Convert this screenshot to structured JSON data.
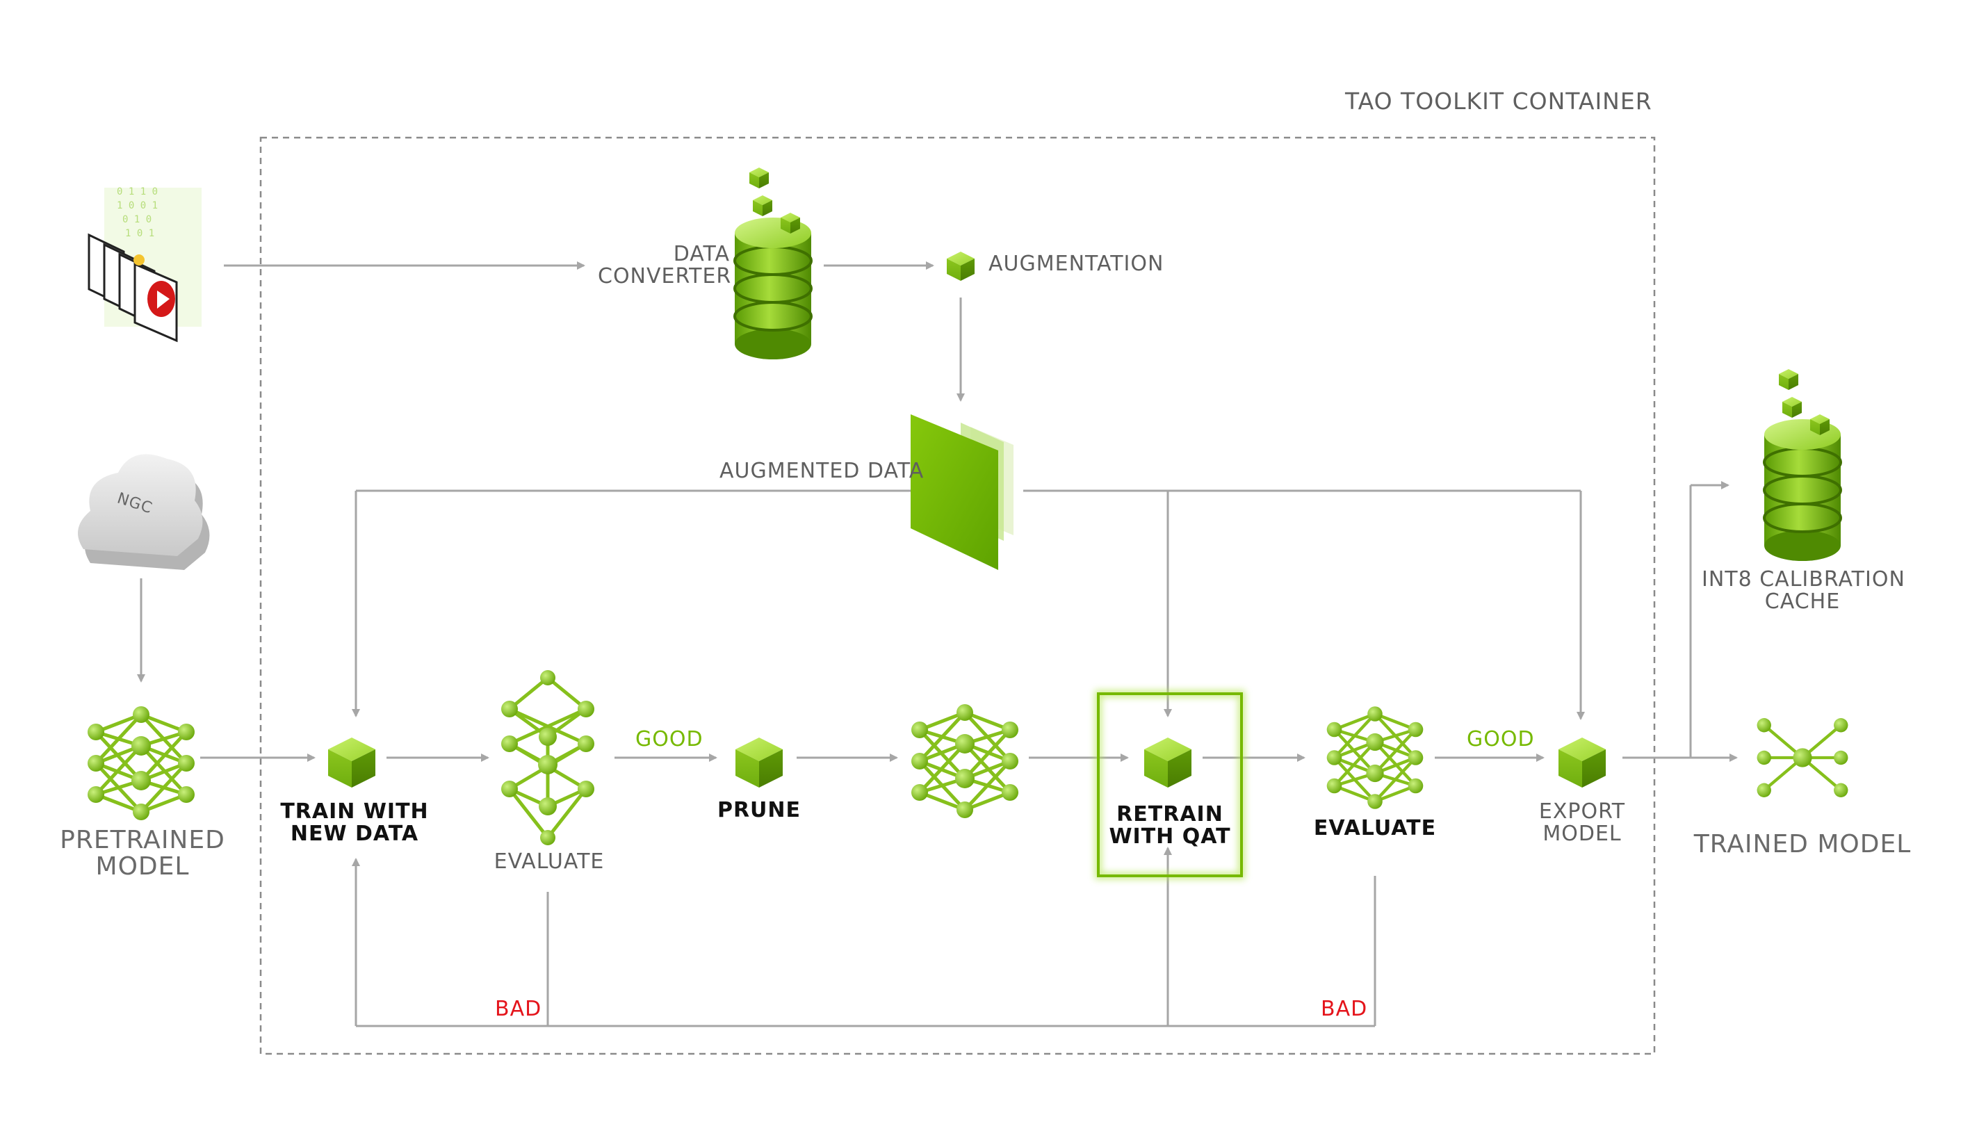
{
  "container_title": "TAO TOOLKIT CONTAINER",
  "labels": {
    "data_converter": [
      "DATA",
      "CONVERTER"
    ],
    "augmentation": "AUGMENTATION",
    "augmented_data": "AUGMENTED DATA",
    "ngc": "NGC",
    "pretrained_model": [
      "PRETRAINED",
      "MODEL"
    ],
    "train_with_new_data": [
      "TRAIN WITH",
      "NEW DATA"
    ],
    "evaluate_1": "EVALUATE",
    "good_1": "GOOD",
    "prune": "PRUNE",
    "retrain_with_qat": [
      "RETRAIN",
      "WITH QAT"
    ],
    "evaluate_2": "EVALUATE",
    "good_2": "GOOD",
    "export_model": [
      "EXPORT",
      "MODEL"
    ],
    "bad_1": "BAD",
    "bad_2": "BAD",
    "int8_calibration_cache": [
      "INT8 CALIBRATION",
      "CACHE"
    ],
    "trained_model": "TRAINED MODEL"
  },
  "colors": {
    "accent_green": "#76b900",
    "bad_red": "#e4141b",
    "arrow_gray": "#a6a6a6",
    "text_gray": "#5f5f5f"
  },
  "icons": [
    "dataset-images-icon",
    "ngc-cloud-icon",
    "database-icon",
    "cube-icon",
    "neural-network-icon",
    "augmented-data-icon"
  ]
}
